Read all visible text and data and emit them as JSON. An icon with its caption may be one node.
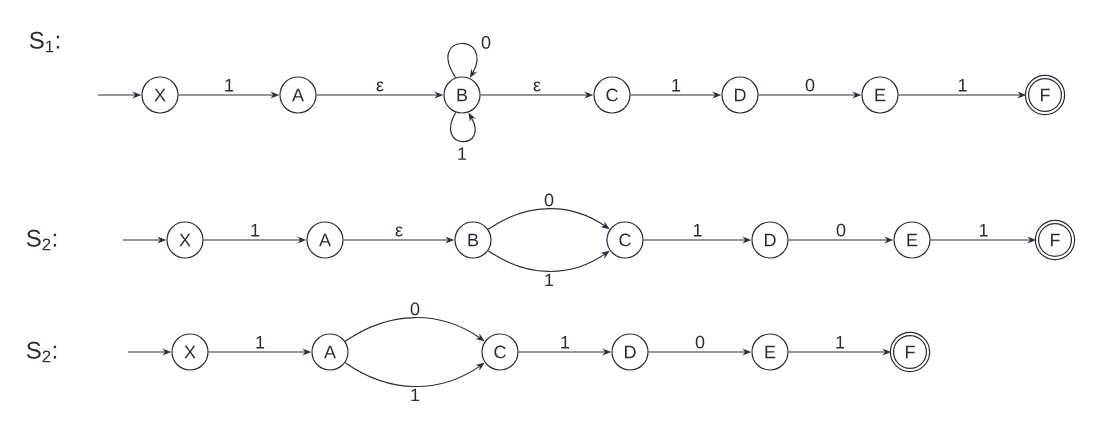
{
  "diagram": {
    "nodes": [
      {
        "text": [
          "X"
        ]
      },
      {
        "text": [
          "A"
        ]
      },
      {
        "text": [
          "B"
        ]
      },
      {
        "text": [
          "C"
        ]
      },
      {
        "text": [
          "D"
        ]
      },
      {
        "text": [
          "E"
        ]
      },
      {
        "text": [
          "F"
        ]
      },
      {
        "text": [
          "X"
        ]
      },
      {
        "text": [
          "A"
        ]
      },
      {
        "text": [
          "B"
        ]
      },
      {
        "text": [
          "C"
        ]
      },
      {
        "text": [
          "D"
        ]
      },
      {
        "text": [
          "E"
        ]
      },
      {
        "text": [
          "F"
        ]
      },
      {
        "text": [
          "X"
        ]
      },
      {
        "text": [
          "A"
        ]
      },
      {
        "text": [
          "C"
        ]
      },
      {
        "text": [
          "D"
        ]
      },
      {
        "text": [
          "E"
        ]
      },
      {
        "text": [
          "F"
        ]
      }
    ],
    "edges": [
      {
        "from": null,
        "to": 0,
        "arrow": "to"
      },
      {
        "from": 0,
        "to": 1,
        "arrow": "to",
        "label": "1"
      },
      {
        "from": 1,
        "to": 2,
        "arrow": "to",
        "label": "ε"
      },
      {
        "from": 2,
        "to": 2,
        "arrow": "to",
        "label": "0"
      },
      {
        "from": 2,
        "to": 2,
        "arrow": "to",
        "label": "1"
      },
      {
        "from": 2,
        "to": 3,
        "arrow": "to",
        "label": "ε"
      },
      {
        "from": 3,
        "to": 4,
        "arrow": "to",
        "label": "1"
      },
      {
        "from": 4,
        "to": 5,
        "arrow": "to",
        "label": "0"
      },
      {
        "from": 5,
        "to": 6,
        "arrow": "to",
        "label": "1"
      },
      {
        "from": null,
        "to": 7,
        "arrow": "to"
      },
      {
        "from": 7,
        "to": 8,
        "arrow": "to",
        "label": "1"
      },
      {
        "from": 8,
        "to": 9,
        "arrow": "to",
        "label": "ε"
      },
      {
        "from": 9,
        "to": 10,
        "arrow": "to",
        "label": "0"
      },
      {
        "from": 9,
        "to": 10,
        "arrow": "to",
        "label": "1"
      },
      {
        "from": 10,
        "to": 11,
        "arrow": "to",
        "label": "1"
      },
      {
        "from": 11,
        "to": 12,
        "arrow": "to",
        "label": "0"
      },
      {
        "from": 12,
        "to": 13,
        "arrow": "to",
        "label": "1"
      },
      {
        "from": null,
        "to": 14,
        "arrow": "to"
      },
      {
        "from": 14,
        "to": 15,
        "arrow": "to",
        "label": "1"
      },
      {
        "from": 15,
        "to": 16,
        "arrow": "to",
        "label": "0"
      },
      {
        "from": 15,
        "to": 16,
        "arrow": "to",
        "label": "1"
      },
      {
        "from": 16,
        "to": 17,
        "arrow": "to",
        "label": "1"
      },
      {
        "from": 17,
        "to": 18,
        "arrow": "to",
        "label": "0"
      },
      {
        "from": 18,
        "to": 19,
        "arrow": "to",
        "label": "1"
      }
    ],
    "labels": [
      "S$_{1}$:",
      "S$_{2}$:",
      "S$_{2}$:"
    ]
  }
}
